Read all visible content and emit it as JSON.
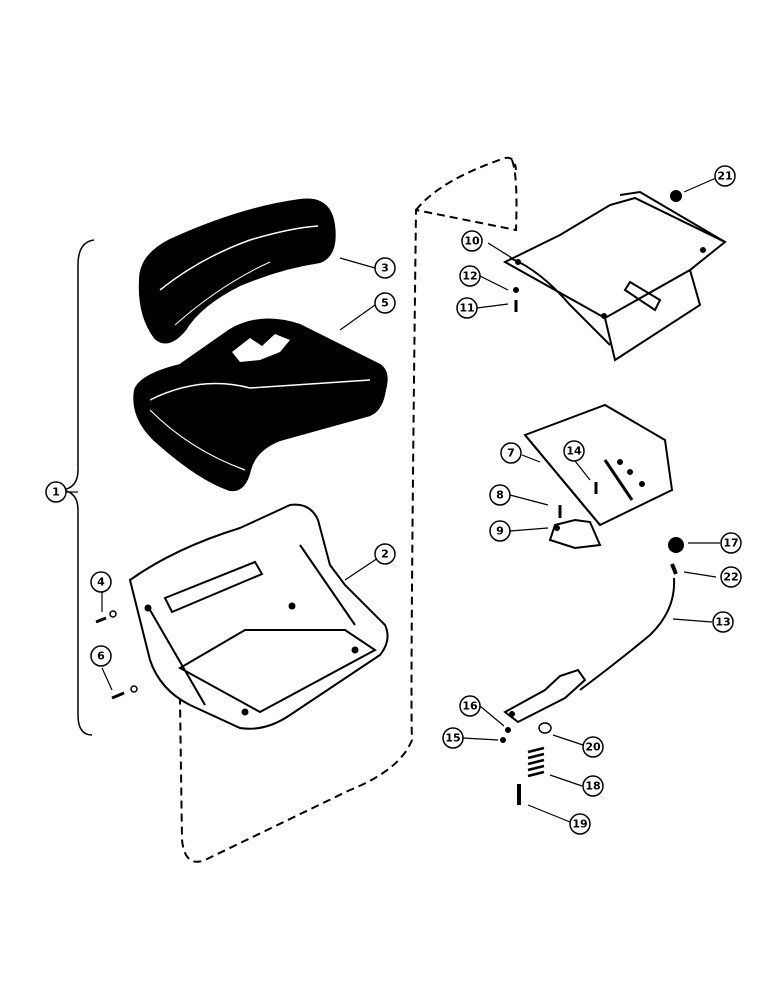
{
  "diagram": {
    "callouts": [
      {
        "id": "1",
        "label": "1"
      },
      {
        "id": "2",
        "label": "2"
      },
      {
        "id": "3",
        "label": "3"
      },
      {
        "id": "4",
        "label": "4"
      },
      {
        "id": "5",
        "label": "5"
      },
      {
        "id": "6",
        "label": "6"
      },
      {
        "id": "7",
        "label": "7"
      },
      {
        "id": "8",
        "label": "8"
      },
      {
        "id": "9",
        "label": "9"
      },
      {
        "id": "10",
        "label": "10"
      },
      {
        "id": "11",
        "label": "11"
      },
      {
        "id": "12",
        "label": "12"
      },
      {
        "id": "13",
        "label": "13"
      },
      {
        "id": "14",
        "label": "14"
      },
      {
        "id": "15",
        "label": "15"
      },
      {
        "id": "16",
        "label": "16"
      },
      {
        "id": "17",
        "label": "17"
      },
      {
        "id": "18",
        "label": "18"
      },
      {
        "id": "19",
        "label": "19"
      },
      {
        "id": "20",
        "label": "20"
      },
      {
        "id": "21",
        "label": "21"
      },
      {
        "id": "22",
        "label": "22"
      }
    ],
    "colors": {
      "ink": "#000000",
      "paper": "#ffffff"
    }
  }
}
